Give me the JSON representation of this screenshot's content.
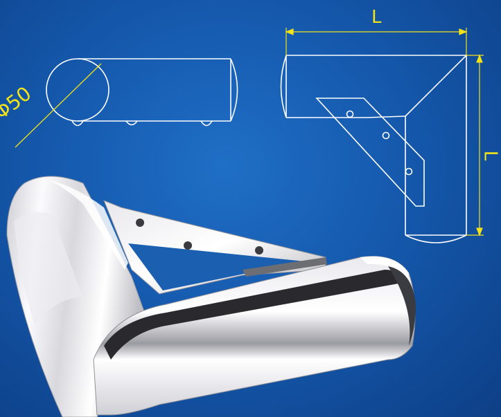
{
  "labels": {
    "diameter": "Φ50",
    "length_top": "L",
    "length_side": "L"
  },
  "colors": {
    "background": "#1559ad",
    "line": "#ffffff",
    "dimension": "#f2e21a",
    "chrome_light": "#f4f4f6",
    "chrome_dark": "#2a2a2e"
  }
}
